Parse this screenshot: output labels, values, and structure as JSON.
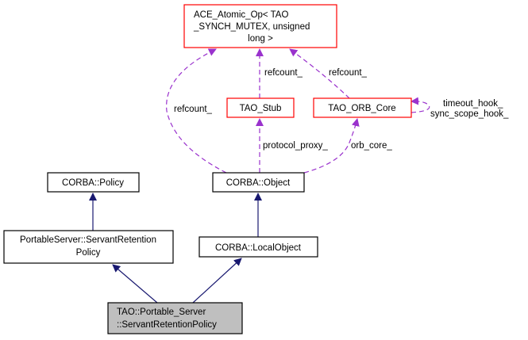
{
  "diagram": {
    "title": "Inheritance and collaboration graph for TAO::Portable_Server::ServantRetentionPolicy",
    "colors": {
      "inheritance_edge": "#191970",
      "usage_edge": "#9a32cd",
      "focus_fill": "#bfbfbf",
      "undocumented_border": "#ff0000",
      "documented_border": "#000000"
    },
    "nodes": [
      {
        "id": "ace_atomic_op",
        "lines": [
          "ACE_Atomic_Op< TAO",
          "_SYNCH_MUTEX, unsigned",
          "long >"
        ],
        "style": "red"
      },
      {
        "id": "tao_stub",
        "lines": [
          "TAO_Stub"
        ],
        "style": "red"
      },
      {
        "id": "tao_orb_core",
        "lines": [
          "TAO_ORB_Core"
        ],
        "style": "red"
      },
      {
        "id": "corba_object",
        "lines": [
          "CORBA::Object"
        ],
        "style": "black"
      },
      {
        "id": "corba_policy",
        "lines": [
          "CORBA::Policy"
        ],
        "style": "black"
      },
      {
        "id": "portableserver_servantretention_policy",
        "lines": [
          "PortableServer::ServantRetention",
          "Policy"
        ],
        "style": "black"
      },
      {
        "id": "corba_localobject",
        "lines": [
          "CORBA::LocalObject"
        ],
        "style": "black"
      },
      {
        "id": "tao_portable_server_servantretentionpolicy",
        "lines": [
          "TAO::Portable_Server",
          "::ServantRetentionPolicy"
        ],
        "style": "focus"
      }
    ],
    "edges": [
      {
        "from": "tao_stub",
        "to": "ace_atomic_op",
        "type": "usage",
        "label": "refcount_"
      },
      {
        "from": "tao_orb_core",
        "to": "ace_atomic_op",
        "type": "usage",
        "label": "refcount_"
      },
      {
        "from": "corba_object",
        "to": "ace_atomic_op",
        "type": "usage",
        "label": "refcount_"
      },
      {
        "from": "tao_orb_core",
        "to": "tao_orb_core",
        "type": "usage",
        "label_lines": [
          "timeout_hook_",
          "sync_scope_hook_"
        ]
      },
      {
        "from": "corba_object",
        "to": "tao_stub",
        "type": "usage",
        "label": "protocol_proxy_"
      },
      {
        "from": "corba_object",
        "to": "tao_orb_core",
        "type": "usage",
        "label": "orb_core_"
      },
      {
        "from": "portableserver_servantretention_policy",
        "to": "corba_policy",
        "type": "inheritance"
      },
      {
        "from": "corba_localobject",
        "to": "corba_object",
        "type": "inheritance"
      },
      {
        "from": "tao_portable_server_servantretentionpolicy",
        "to": "portableserver_servantretention_policy",
        "type": "inheritance"
      },
      {
        "from": "tao_portable_server_servantretentionpolicy",
        "to": "corba_localobject",
        "type": "inheritance"
      }
    ]
  }
}
